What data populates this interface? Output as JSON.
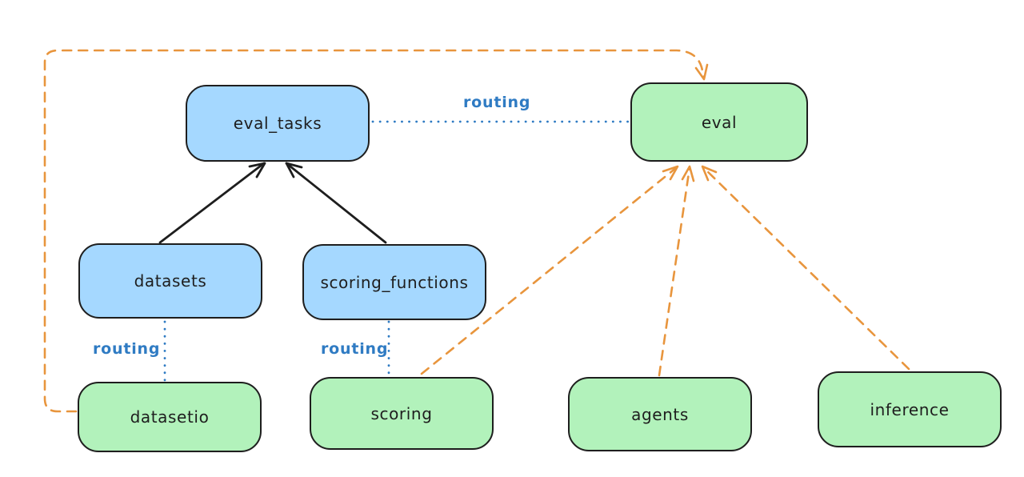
{
  "diagram": {
    "nodes": [
      {
        "id": "eval_tasks",
        "label": "eval_tasks",
        "fill": "#a5d8ff"
      },
      {
        "id": "eval",
        "label": "eval",
        "fill": "#b2f2bb"
      },
      {
        "id": "datasets",
        "label": "datasets",
        "fill": "#a5d8ff"
      },
      {
        "id": "scoring_functions",
        "label": "scoring_functions",
        "fill": "#a5d8ff"
      },
      {
        "id": "datasetio",
        "label": "datasetio",
        "fill": "#b2f2bb"
      },
      {
        "id": "scoring",
        "label": "scoring",
        "fill": "#b2f2bb"
      },
      {
        "id": "agents",
        "label": "agents",
        "fill": "#b2f2bb"
      },
      {
        "id": "inference",
        "label": "inference",
        "fill": "#b2f2bb"
      }
    ],
    "edges": [
      {
        "from": "datasets",
        "to": "eval_tasks",
        "style": "solid",
        "color": "#1e1e1e",
        "arrow": true,
        "label": ""
      },
      {
        "from": "scoring_functions",
        "to": "eval_tasks",
        "style": "solid",
        "color": "#1e1e1e",
        "arrow": true,
        "label": ""
      },
      {
        "from": "eval_tasks",
        "to": "eval",
        "style": "dotted",
        "color": "#2f7bc3",
        "arrow": false,
        "label": "routing"
      },
      {
        "from": "datasets",
        "to": "datasetio",
        "style": "dotted",
        "color": "#2f7bc3",
        "arrow": false,
        "label": "routing"
      },
      {
        "from": "scoring_functions",
        "to": "scoring",
        "style": "dotted",
        "color": "#2f7bc3",
        "arrow": false,
        "label": "routing"
      },
      {
        "from": "datasetio",
        "to": "eval",
        "style": "dashed",
        "color": "#e8953d",
        "arrow": true,
        "label": ""
      },
      {
        "from": "scoring",
        "to": "eval",
        "style": "dashed",
        "color": "#e8953d",
        "arrow": true,
        "label": ""
      },
      {
        "from": "agents",
        "to": "eval",
        "style": "dashed",
        "color": "#e8953d",
        "arrow": true,
        "label": ""
      },
      {
        "from": "inference",
        "to": "eval",
        "style": "dashed",
        "color": "#e8953d",
        "arrow": true,
        "label": ""
      }
    ],
    "colors": {
      "background": "#ffffff",
      "node_border": "#1e1e1e",
      "blue_fill": "#a5d8ff",
      "green_fill": "#b2f2bb",
      "routing_blue": "#2f7bc3",
      "orange_dashed": "#e8953d",
      "black_arrow": "#1e1e1e"
    }
  }
}
